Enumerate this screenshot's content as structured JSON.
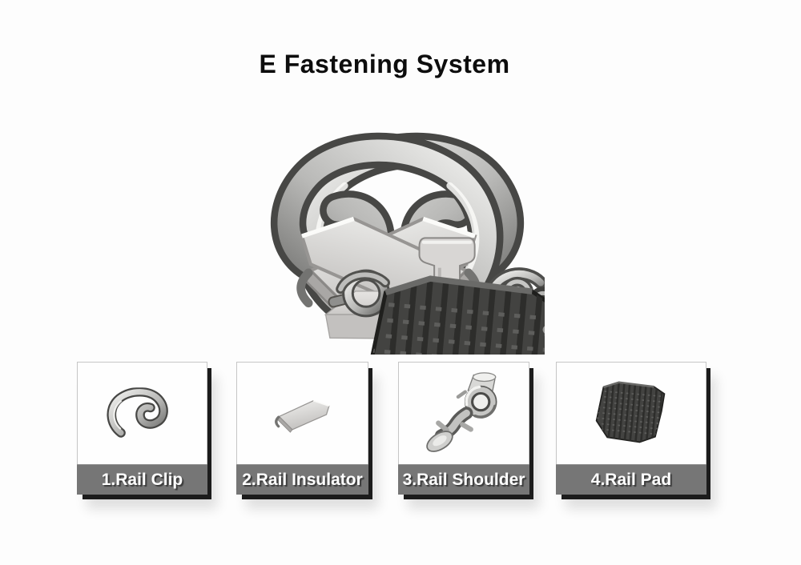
{
  "title": "E Fastening System",
  "parts": [
    {
      "id": "rail-clip",
      "label": "1.Rail Clip"
    },
    {
      "id": "rail-insulator",
      "label": "2.Rail Insulator"
    },
    {
      "id": "rail-shoulder",
      "label": "3.Rail Shoulder"
    },
    {
      "id": "rail-pad",
      "label": "4.Rail Pad"
    }
  ],
  "diagram_icons": [
    "rail-clip-icon",
    "rail-clip-icon",
    "rail-insulator-icon",
    "rail-insulator-icon",
    "rail-assembly-icon",
    "rail-shoulder-icon",
    "rail-pad-icon",
    "rail-shoulder-icon"
  ],
  "colors": {
    "background": "#fdfdfd",
    "title_text": "#0d0d0d",
    "label_band": "#767676",
    "label_text": "#ffffff",
    "label_text_shadow": "#3b3b3b",
    "card_background": "#ffffff",
    "card_border": "#c6c6c6",
    "card_shadow": "#1c1c1c",
    "metal_light": "#ececea",
    "metal_dark": "#474745",
    "pad_dark": "#434341"
  }
}
